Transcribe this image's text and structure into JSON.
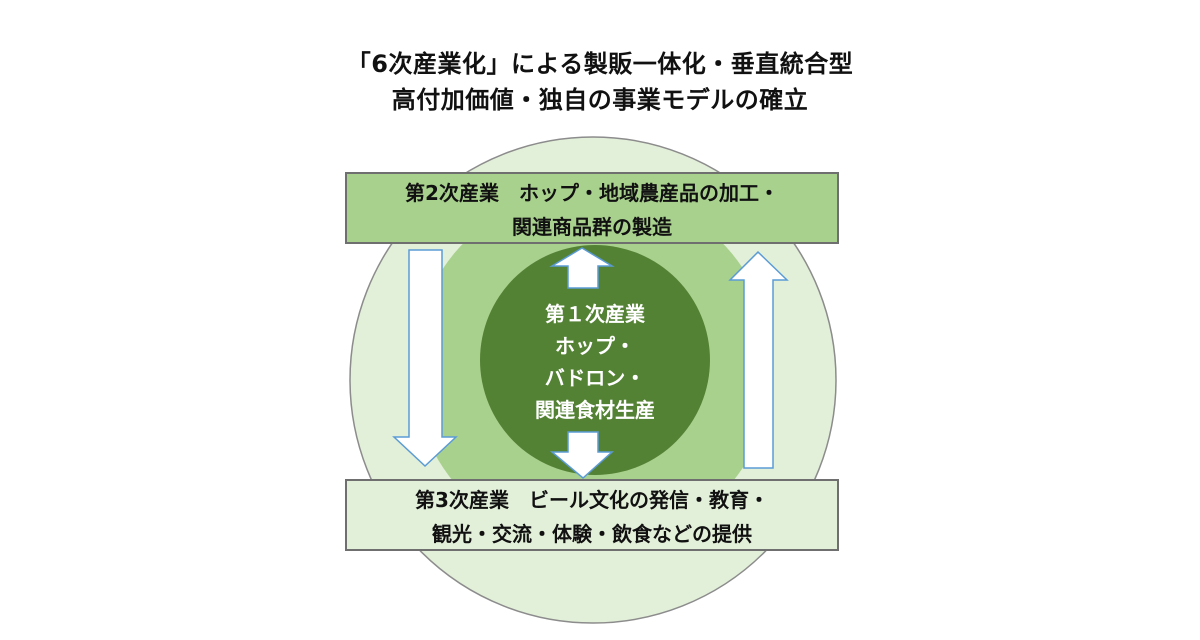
{
  "title": {
    "line1": "「6次産業化」による製販一体化・垂直統合型",
    "line2": "高付加価値・独自の事業モデルの確立"
  },
  "secondary_industry": {
    "line1": "第2次産業　ホップ・地域農産品の加工・",
    "line2": "関連商品群の製造"
  },
  "primary_industry": {
    "line1": "第１次産業",
    "line2": "ホップ・",
    "line3": "バドロン・",
    "line4": "関連食材生産"
  },
  "tertiary_industry": {
    "line1": "第3次産業　ビール文化の発信・教育・",
    "line2": "観光・交流・体験・飲食などの提供"
  },
  "colors": {
    "outer_ring": "#e2efd9",
    "middle_ring": "#a9d18e",
    "core": "#548235",
    "secondary_box": "#a9d18e",
    "tertiary_box": "#e2efd9",
    "arrow_fill": "#ffffff",
    "arrow_stroke": "#5b9bd5"
  }
}
